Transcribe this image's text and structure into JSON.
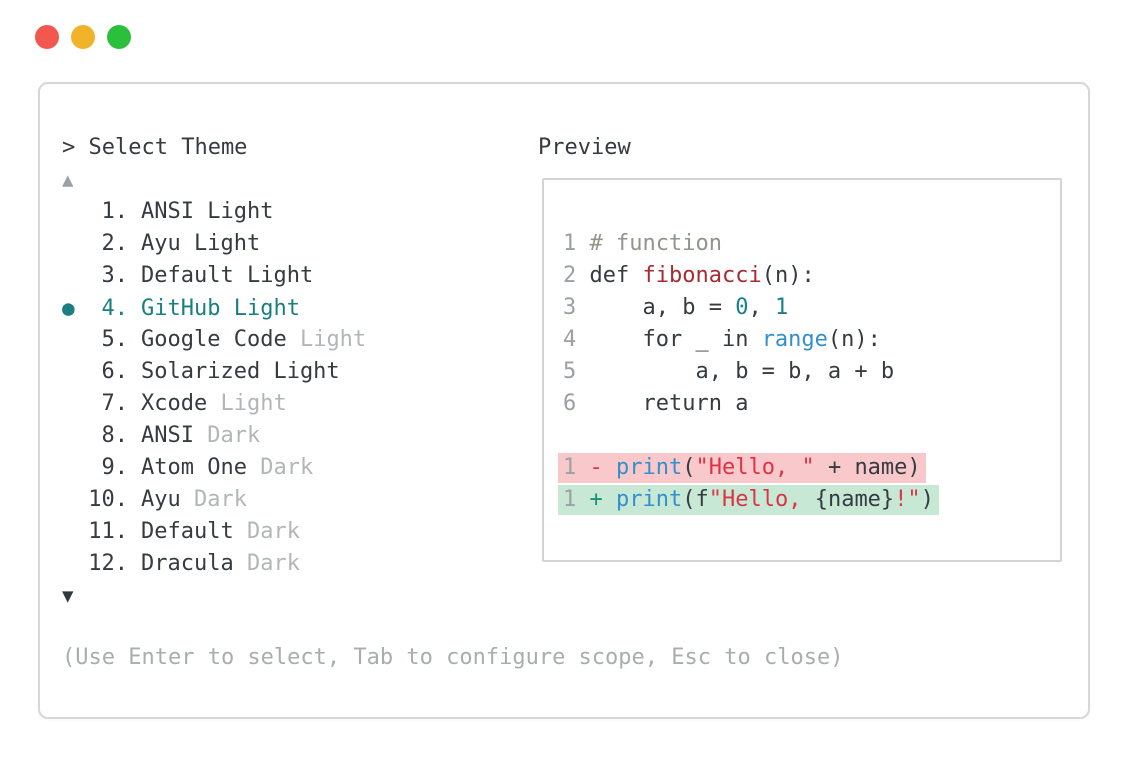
{
  "window": {
    "controls": [
      {
        "name": "close",
        "color_key": "traffic_red"
      },
      {
        "name": "minimize",
        "color_key": "traffic_yellow"
      },
      {
        "name": "zoom",
        "color_key": "traffic_green"
      }
    ]
  },
  "selector": {
    "prompt": "> Select Theme",
    "scroll_up": "▲",
    "scroll_down": "▼",
    "selected_bullet": "●",
    "items": [
      {
        "number": "1.",
        "label": "ANSI Light",
        "muted": "",
        "selected": false
      },
      {
        "number": "2.",
        "label": "Ayu Light",
        "muted": "",
        "selected": false
      },
      {
        "number": "3.",
        "label": "Default Light",
        "muted": "",
        "selected": false
      },
      {
        "number": "4.",
        "label": "GitHub Light",
        "muted": "",
        "selected": true
      },
      {
        "number": "5.",
        "label": "Google Code",
        "muted": "Light",
        "selected": false
      },
      {
        "number": "6.",
        "label": "Solarized Light",
        "muted": "",
        "selected": false
      },
      {
        "number": "7.",
        "label": "Xcode",
        "muted": "Light",
        "selected": false
      },
      {
        "number": "8.",
        "label": "ANSI",
        "muted": "Dark",
        "selected": false
      },
      {
        "number": "9.",
        "label": "Atom One",
        "muted": "Dark",
        "selected": false
      },
      {
        "number": "10.",
        "label": "Ayu",
        "muted": "Dark",
        "selected": false
      },
      {
        "number": "11.",
        "label": "Default",
        "muted": "Dark",
        "selected": false
      },
      {
        "number": "12.",
        "label": "Dracula",
        "muted": "Dark",
        "selected": false
      }
    ],
    "help": "(Use Enter to select, Tab to configure scope, Esc to close)"
  },
  "preview": {
    "title": "Preview",
    "code_lines": [
      {
        "bg": "",
        "tokens": [
          {
            "t": "1",
            "c": "num"
          },
          {
            "t": " ",
            "c": "fg"
          },
          {
            "t": "# function",
            "c": "comment"
          }
        ]
      },
      {
        "bg": "",
        "tokens": [
          {
            "t": "2",
            "c": "num"
          },
          {
            "t": " def ",
            "c": "fg"
          },
          {
            "t": "fibonacci",
            "c": "darkred"
          },
          {
            "t": "(n):",
            "c": "fg"
          }
        ]
      },
      {
        "bg": "",
        "tokens": [
          {
            "t": "3",
            "c": "num"
          },
          {
            "t": "     a, b = ",
            "c": "fg"
          },
          {
            "t": "0",
            "c": "teal"
          },
          {
            "t": ", ",
            "c": "fg"
          },
          {
            "t": "1",
            "c": "teal"
          }
        ]
      },
      {
        "bg": "",
        "tokens": [
          {
            "t": "4",
            "c": "num"
          },
          {
            "t": "     for _ in ",
            "c": "fg"
          },
          {
            "t": "range",
            "c": "blue"
          },
          {
            "t": "(n):",
            "c": "fg"
          }
        ]
      },
      {
        "bg": "",
        "tokens": [
          {
            "t": "5",
            "c": "num"
          },
          {
            "t": "         a, b = b, a + b",
            "c": "fg"
          }
        ]
      },
      {
        "bg": "",
        "tokens": [
          {
            "t": "6",
            "c": "num"
          },
          {
            "t": "     return a",
            "c": "fg"
          }
        ]
      },
      {
        "bg": "",
        "tokens": []
      },
      {
        "bg": "removed",
        "tokens": [
          {
            "t": "1",
            "c": "num"
          },
          {
            "t": " ",
            "c": "fg"
          },
          {
            "t": "-",
            "c": "crimson"
          },
          {
            "t": " ",
            "c": "fg"
          },
          {
            "t": "print",
            "c": "blue"
          },
          {
            "t": "(",
            "c": "fg"
          },
          {
            "t": "\"Hello, \"",
            "c": "crimson"
          },
          {
            "t": " + name)",
            "c": "fg"
          }
        ]
      },
      {
        "bg": "added",
        "tokens": [
          {
            "t": "1",
            "c": "num"
          },
          {
            "t": " ",
            "c": "fg"
          },
          {
            "t": "+",
            "c": "plus"
          },
          {
            "t": " ",
            "c": "fg"
          },
          {
            "t": "print",
            "c": "blue"
          },
          {
            "t": "(f",
            "c": "fg"
          },
          {
            "t": "\"Hello, ",
            "c": "crimson"
          },
          {
            "t": "{name}",
            "c": "fg"
          },
          {
            "t": "!\"",
            "c": "crimson"
          },
          {
            "t": ")",
            "c": "fg"
          }
        ]
      }
    ]
  },
  "colors": {
    "fg": "#353b41",
    "gray": "#9aa0a4",
    "muted": "#b2b6b9",
    "help": "#a9adb0",
    "accent_teal": "#19807f",
    "comment": "#8f968a",
    "dark_red": "#a62c31",
    "teal_num": "#17818b",
    "blue": "#3390cc",
    "crimson": "#dc3447",
    "plus_green": "#159478",
    "removed_bg": "#f8c8ca",
    "added_bg": "#c8e8d6",
    "border": "#d7d7d9",
    "border_inner": "#d4d4d6",
    "arrow_down": "#33383d",
    "traffic_red": "#f2584e",
    "traffic_yellow": "#f2b32c",
    "traffic_green": "#2bbf3c"
  }
}
